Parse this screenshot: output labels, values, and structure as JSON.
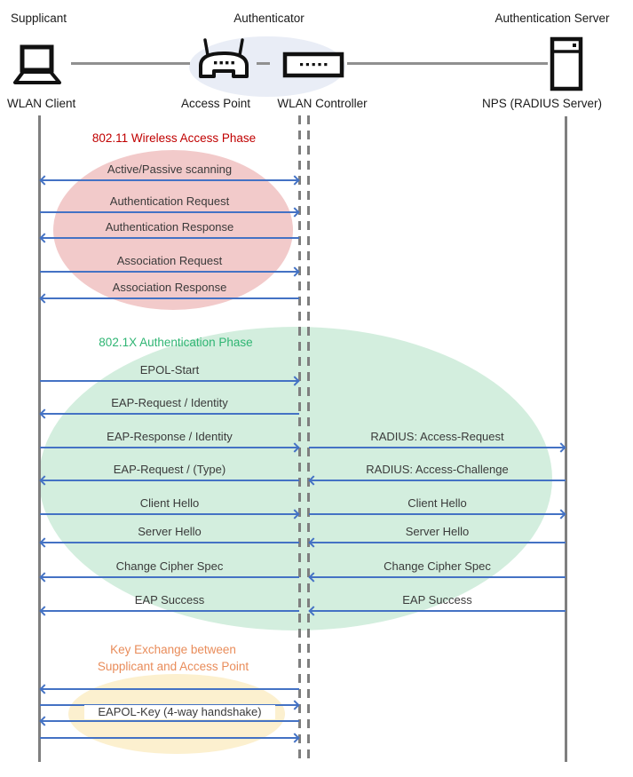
{
  "header": {
    "roles": [
      "Supplicant",
      "Authenticator",
      "Authentication Server"
    ],
    "nodes": [
      "WLAN Client",
      "Access Point",
      "WLAN Controller",
      "NPS (RADIUS Server)"
    ]
  },
  "phases": [
    {
      "title": "802.11 Wireless Access Phase"
    },
    {
      "title": "802.1X Authentication Phase"
    },
    {
      "title_line1": "Key Exchange between",
      "title_line2": "Supplicant and Access Point"
    }
  ],
  "messages": {
    "client_controller": [
      {
        "label": "Active/Passive scanning",
        "direction": "both"
      },
      {
        "label": "Authentication Request",
        "direction": "right"
      },
      {
        "label": "Authentication Response",
        "direction": "left"
      },
      {
        "label": "Association Request",
        "direction": "right"
      },
      {
        "label": "Association Response",
        "direction": "left"
      },
      {
        "label": "EPOL-Start",
        "direction": "right"
      },
      {
        "label": "EAP-Request / Identity",
        "direction": "left"
      },
      {
        "label": "EAP-Response / Identity",
        "direction": "right"
      },
      {
        "label": "EAP-Request / (Type)",
        "direction": "left"
      },
      {
        "label": "Client Hello",
        "direction": "right"
      },
      {
        "label": "Server Hello",
        "direction": "left"
      },
      {
        "label": "Change Cipher Spec",
        "direction": "left"
      },
      {
        "label": "EAP Success",
        "direction": "left"
      },
      {
        "label": "",
        "direction": "left"
      },
      {
        "label": "",
        "direction": "right"
      },
      {
        "label": "EAPOL-Key (4-way handshake)",
        "direction": "left"
      },
      {
        "label": "",
        "direction": "right"
      }
    ],
    "controller_server": [
      {
        "label": "RADIUS: Access-Request",
        "direction": "right"
      },
      {
        "label": "RADIUS: Access-Challenge",
        "direction": "left"
      },
      {
        "label": "Client Hello",
        "direction": "right"
      },
      {
        "label": "Server Hello",
        "direction": "left"
      },
      {
        "label": "Change Cipher Spec",
        "direction": "left"
      },
      {
        "label": "EAP Success",
        "direction": "left"
      }
    ]
  },
  "colors": {
    "phase1_title": "#c00000",
    "phase2_title": "#2fb573",
    "phase3_title": "#e98c5a",
    "phase1_ellipse": "#f2caca",
    "phase2_ellipse": "#d3eede",
    "phase3_ellipse": "#fcf0cf",
    "header_ellipse": "#e9edf6",
    "arrow": "#4472c4",
    "lifeline": "#7f7f7f",
    "message_text": "#3a3a3a"
  }
}
